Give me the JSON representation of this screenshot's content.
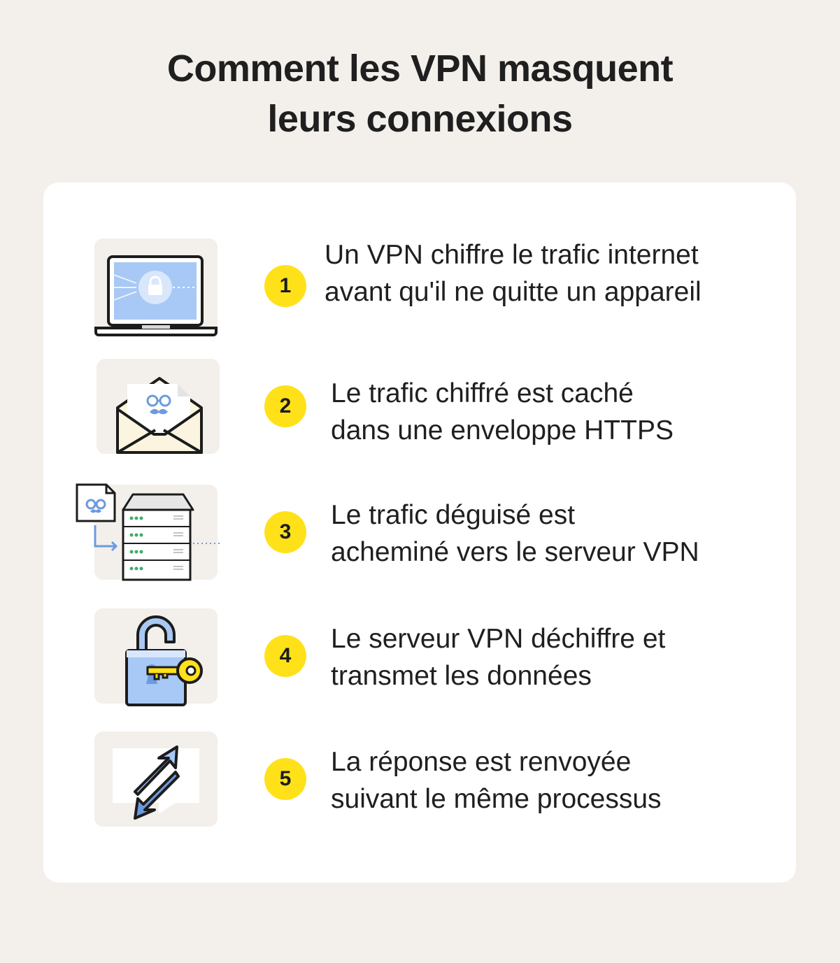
{
  "title": {
    "line1": "Comment les VPN masquent",
    "line2": "leurs connexions"
  },
  "colors": {
    "background": "#f3f0ec",
    "card": "#ffffff",
    "badge": "#ffe11a",
    "icon_blue": "#a8c8f5",
    "icon_outline": "#1c1c1c"
  },
  "steps": [
    {
      "number": "1",
      "line1": "Un VPN chiffre le trafic internet",
      "line2": "avant qu'il ne quitte un appareil",
      "icon": "laptop-lock-icon"
    },
    {
      "number": "2",
      "line1": "Le trafic chiffré est caché",
      "line2": "dans une enveloppe HTTPS",
      "icon": "envelope-icon"
    },
    {
      "number": "3",
      "line1": "Le trafic déguisé est",
      "line2": "acheminé vers le serveur VPN",
      "icon": "server-icon"
    },
    {
      "number": "4",
      "line1": "Le serveur VPN déchiffre et",
      "line2": "transmet les données",
      "icon": "unlocked-padlock-key-icon"
    },
    {
      "number": "5",
      "line1": "La réponse est renvoyée",
      "line2": "suivant le même processus",
      "icon": "exchange-arrows-icon"
    }
  ]
}
